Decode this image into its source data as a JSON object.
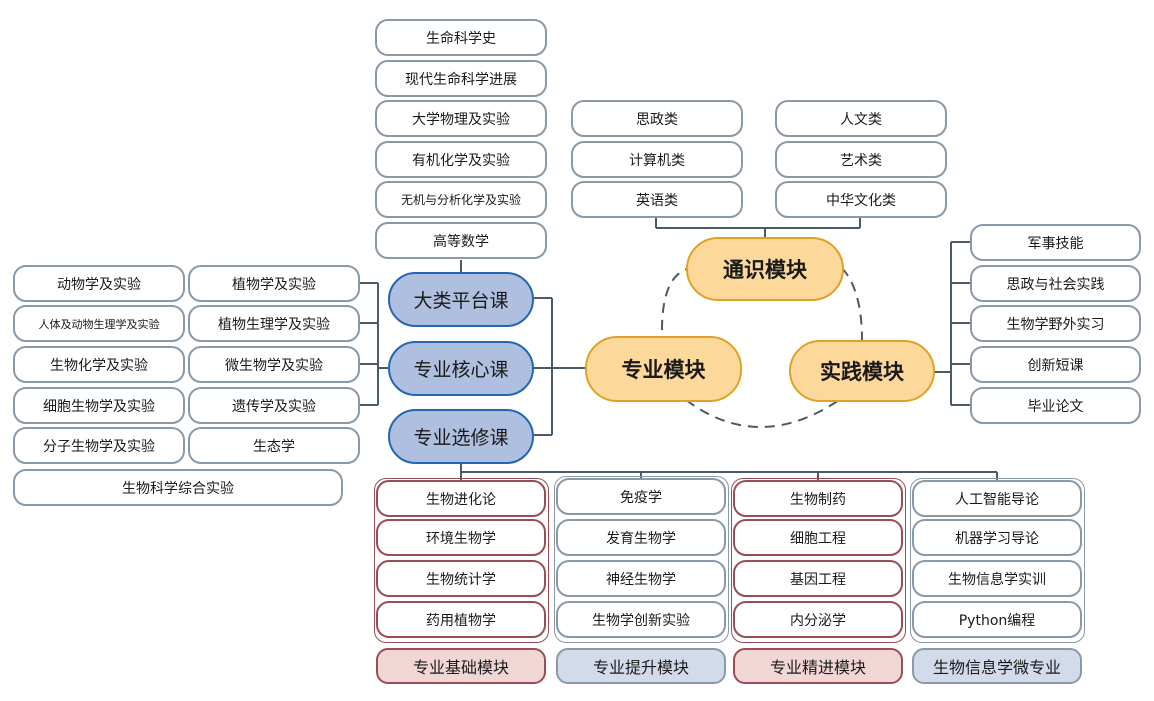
{
  "center": "专业模块",
  "general": {
    "title": "通识模块",
    "left": [
      "思政类",
      "计算机类",
      "英语类"
    ],
    "right": [
      "人文类",
      "艺术类",
      "中华文化类"
    ]
  },
  "practice": {
    "title": "实践模块",
    "items": [
      "军事技能",
      "思政与社会实践",
      "生物学野外实习",
      "创新短课",
      "毕业论文"
    ]
  },
  "courses": {
    "platform": "大类平台课",
    "core": "专业核心课",
    "elective": "专业选修课"
  },
  "platform_items": [
    "生命科学史",
    "现代生命科学进展",
    "大学物理及实验",
    "有机化学及实验",
    "无机与分析化学及实验",
    "高等数学"
  ],
  "core_items": {
    "col1": [
      "动物学及实验",
      "人体及动物生理学及实验",
      "生物化学及实验",
      "细胞生物学及实验",
      "分子生物学及实验"
    ],
    "col2": [
      "植物学及实验",
      "植物生理学及实验",
      "微生物学及实验",
      "遗传学及实验",
      "生态学"
    ],
    "wide": "生物科学综合实验"
  },
  "elective_groups": [
    {
      "items": [
        "生物进化论",
        "环境生物学",
        "生物统计学",
        "药用植物学"
      ],
      "footer": "专业基础模块",
      "color": "red"
    },
    {
      "items": [
        "免疫学",
        "发育生物学",
        "神经生物学",
        "生物学创新实验"
      ],
      "footer": "专业提升模块",
      "color": "blue"
    },
    {
      "items": [
        "生物制药",
        "细胞工程",
        "基因工程",
        "内分泌学"
      ],
      "footer": "专业精进模块",
      "color": "red"
    },
    {
      "items": [
        "人工智能导论",
        "机器学习导论",
        "生物信息学实训",
        "Python编程"
      ],
      "footer": "生物信息学微专业",
      "color": "blue"
    }
  ],
  "colors": {
    "oval_fill": "#fcd99a",
    "oval_border": "#e0a126",
    "course_fill": "#aebfdf",
    "course_border": "#2566b0",
    "pill_border": "#8a99a8",
    "red_border": "#9b4d57",
    "footer_red": "#f1d6d6",
    "footer_blue": "#d3dbeb",
    "connector": "#4a5a66"
  }
}
